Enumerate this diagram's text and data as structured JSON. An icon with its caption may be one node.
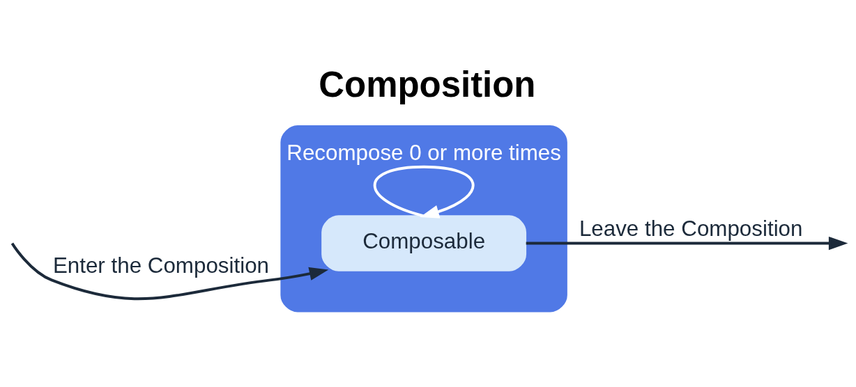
{
  "diagram": {
    "title": "Composition",
    "nodes": [
      {
        "text": [],
        "shape": "box"
      },
      {
        "text": [
          "Composable"
        ],
        "in": 0
      }
    ],
    "edges": [
      {
        "from": null,
        "to": 1,
        "arrow": "to",
        "label": "Enter the Composition"
      },
      {
        "from": 1,
        "to": 1,
        "arrow": "to",
        "label": "Recompose 0 or more times",
        "color": "#ffffff"
      },
      {
        "from": 1,
        "to": null,
        "arrow": "to",
        "label": "Leave the Composition"
      }
    ]
  }
}
